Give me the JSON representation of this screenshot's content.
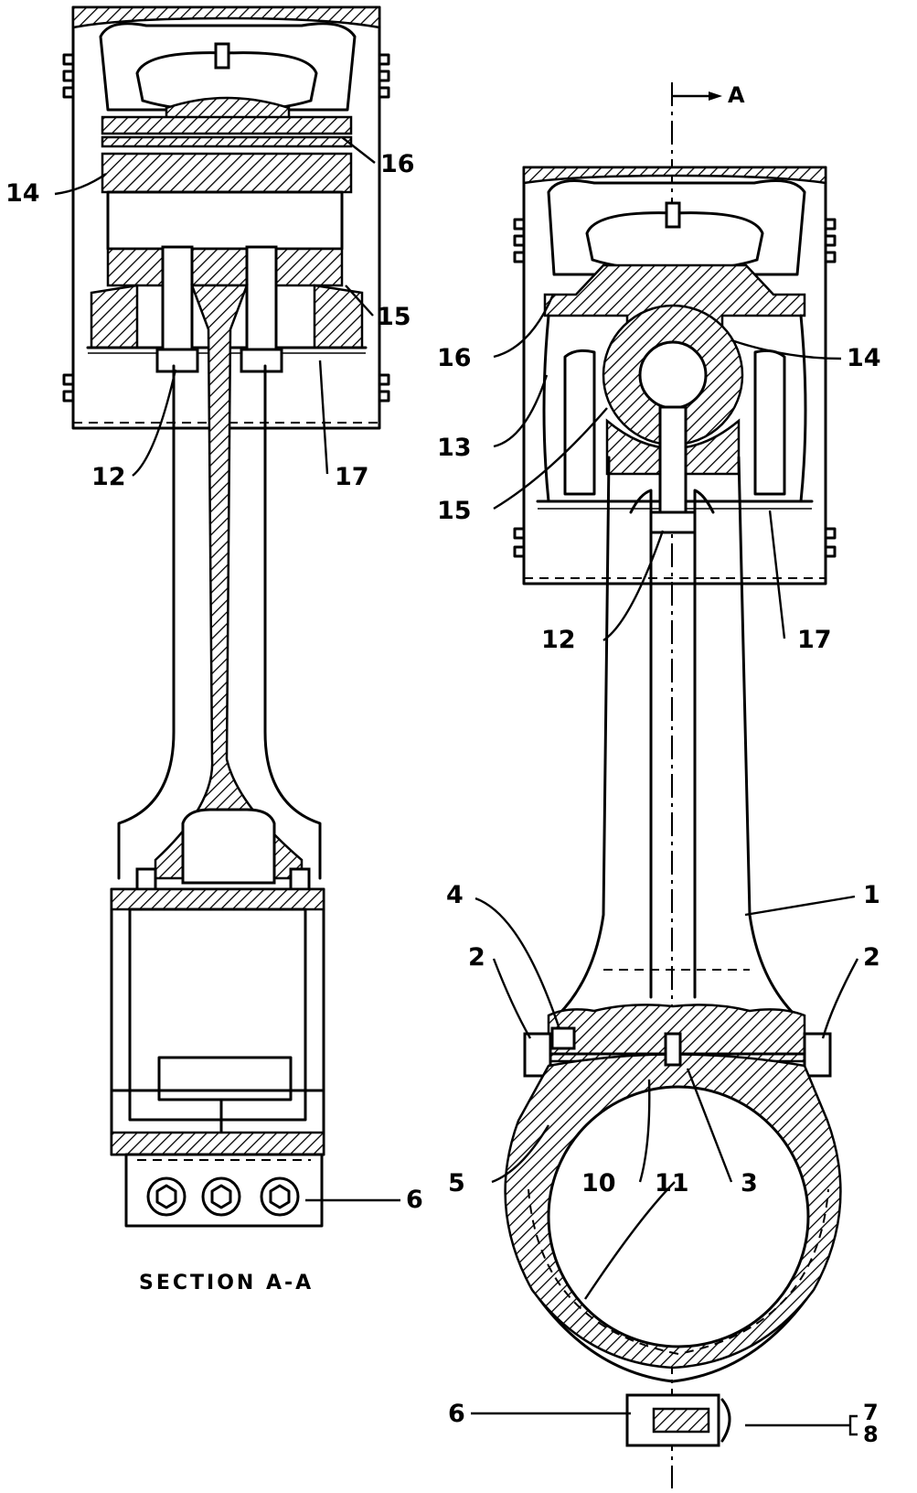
{
  "caption": "SECTION A-A",
  "section_marker": "A",
  "callouts": {
    "left": {
      "c14": "14",
      "c16": "16",
      "c15": "15",
      "c12": "12",
      "c17": "17",
      "c6": "6"
    },
    "right": {
      "c16": "16",
      "c14": "14",
      "c13": "13",
      "c15": "15",
      "c12": "12",
      "c17": "17",
      "c1": "1",
      "c4": "4",
      "c2a": "2",
      "c2b": "2",
      "c5": "5",
      "c10": "10",
      "c11": "11",
      "c3": "3",
      "c6": "6",
      "c7": "7",
      "c8": "8"
    }
  }
}
